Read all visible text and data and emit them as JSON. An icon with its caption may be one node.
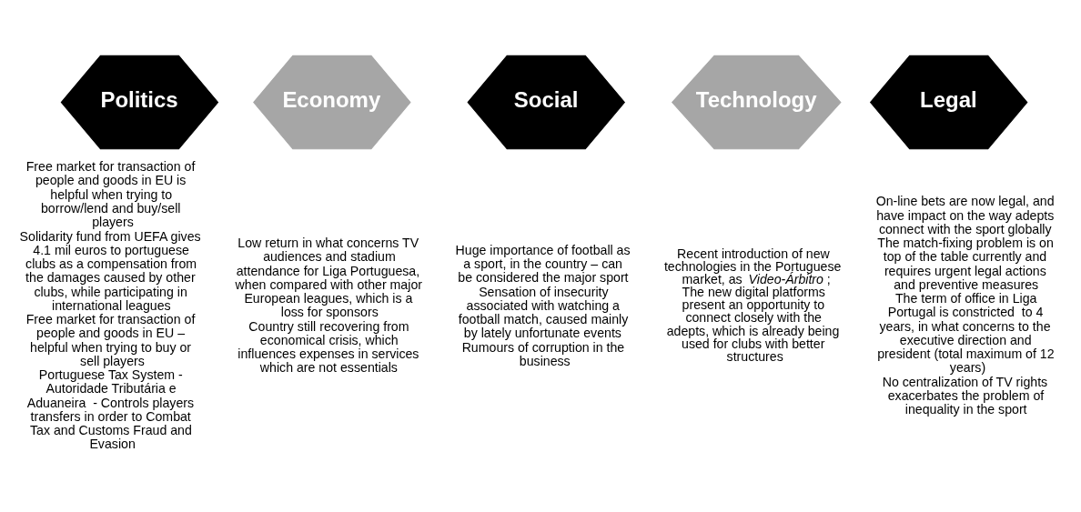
{
  "diagram": {
    "nodes": [
      {
        "text": [
          "Politics"
        ],
        "beside": [
          "Free market for transaction of people and goods in EU is helpful when trying to borrow/lend and buy/sell players",
          "Solidarity fund from UEFA gives 4.1 mil euros to portuguese clubs as a compensation from the damages caused by other clubs, while participating in international leagues",
          "Free market for transaction of people and goods in EU – helpful when trying to buy or sell players",
          "Portuguese Tax System - Autoridade Tributária e Aduaneira  - Controls players transfers in order to Combat Tax and Customs Fraud and Evasion"
        ]
      },
      {
        "text": [
          "Economy"
        ],
        "beside": [
          "Low return in what concerns TV audiences and stadium attendance for Liga Portuguesa, when compared with other major European leagues, which is a loss for sponsors",
          "Country still recovering from economical crisis, which influences expenses in services which are not essentials"
        ]
      },
      {
        "text": [
          "Social"
        ],
        "beside": [
          "Huge importance of football as a sport, in the country – can be considered the major sport",
          "Sensation of insecurity associated with watching a football match, caused mainly by lately unfortunate events",
          "Rumours of corruption in the business"
        ]
      },
      {
        "text": [
          "Technology"
        ],
        "beside": [
          "Recent introduction of new technologies in the Portuguese market, as *Video-Árbitro*;",
          "The new digital platforms present an opportunity to connect closely with the adepts, which is already being used for clubs with better structures"
        ]
      },
      {
        "text": [
          "Legal"
        ],
        "beside": [
          "On-line bets are now legal, and have impact on the way adepts connect with the sport globally",
          "The match-fixing problem is on top of the table currently and requires urgent legal actions and preventive measures",
          "The term of office in Liga Portugal is constricted  to 4 years, in what concerns to the executive direction and president (total maximum of 12 years)",
          "No centralization of TV rights exacerbates the problem of inequality in the sport"
        ]
      }
    ]
  }
}
